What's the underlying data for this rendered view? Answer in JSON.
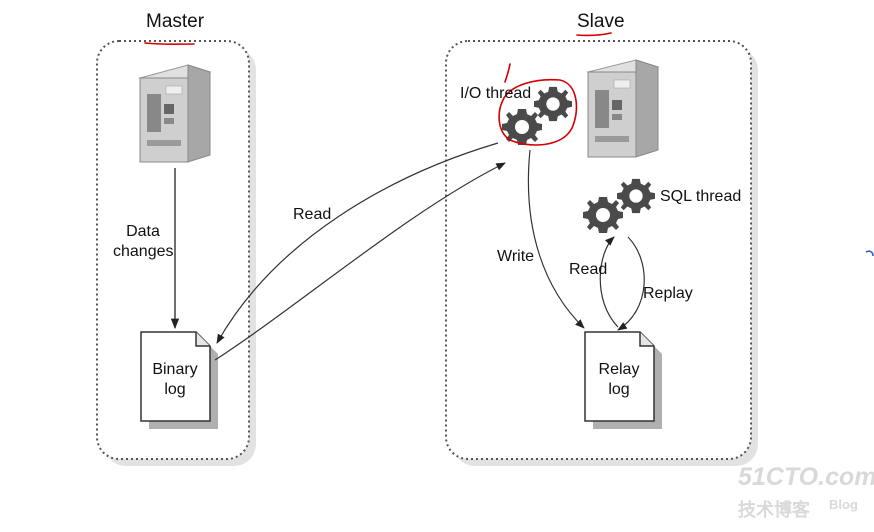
{
  "master": {
    "title": "Master",
    "data_changes": [
      "Data",
      "changes"
    ],
    "binary_log": [
      "Binary",
      "log"
    ]
  },
  "slave": {
    "title": "Slave",
    "io_thread": "I/O thread",
    "sql_thread": "SQL thread",
    "relay_log": [
      "Relay",
      "log"
    ],
    "write": "Write",
    "read": "Read",
    "replay": "Replay"
  },
  "link": {
    "read": "Read"
  },
  "watermark": {
    "brand": "51CTO.com",
    "sub": "技术博客",
    "blog": "Blog"
  },
  "colors": {
    "annotation": "#d40000",
    "box_border": "#555555",
    "server_body": "#c8c8c8",
    "gear": "#4a4a4a"
  }
}
